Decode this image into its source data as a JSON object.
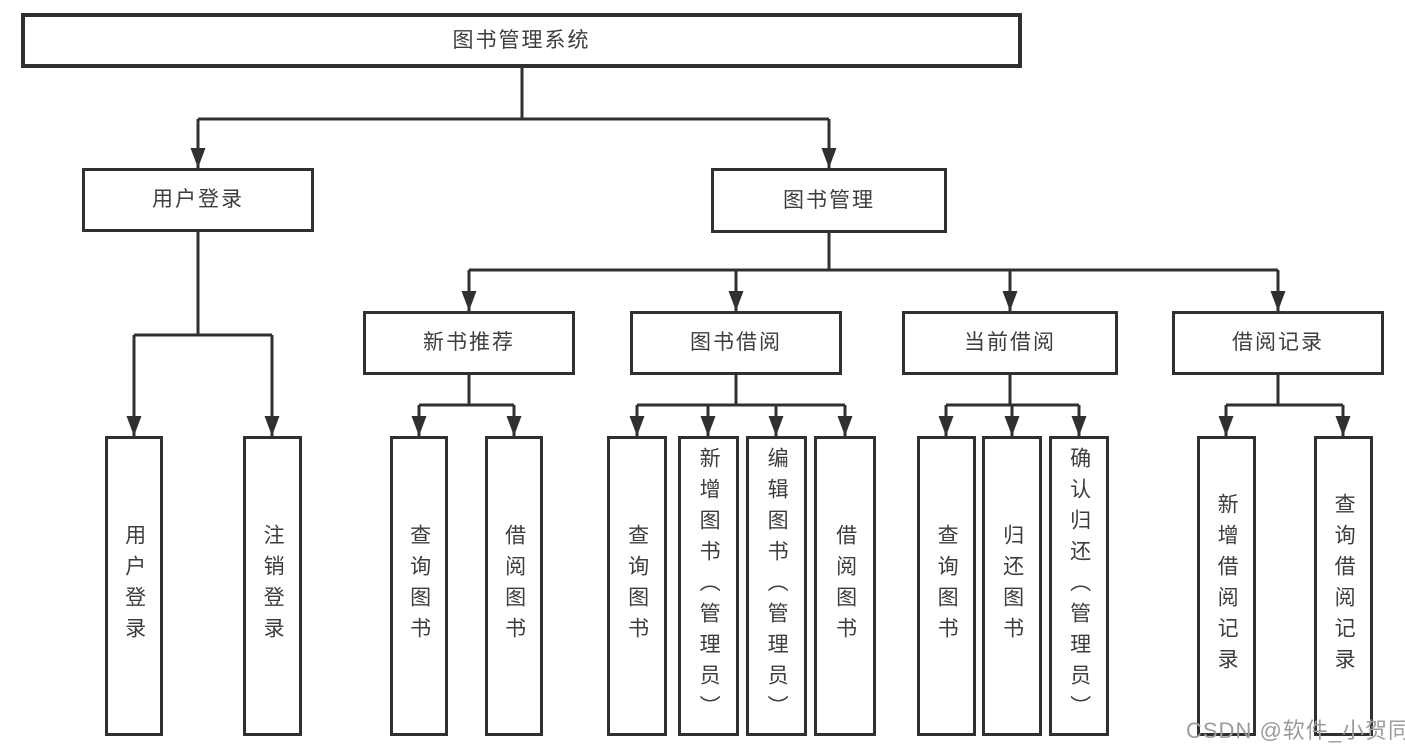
{
  "colors": {
    "line": "#303030",
    "box_border": "#303030",
    "text": "#3d3d3d",
    "background": "#ffffff",
    "watermark": "#9c9c9c"
  },
  "watermark": {
    "text": "CSDN @软件_小贺同学"
  },
  "tree": {
    "root": "图书管理系统",
    "branches": [
      {
        "label": "用户登录",
        "children": [
          {
            "label": "用户登录"
          },
          {
            "label": "注销登录"
          }
        ]
      },
      {
        "label": "图书管理",
        "modules": [
          {
            "label": "新书推荐",
            "children": [
              {
                "label": "查询图书"
              },
              {
                "label": "借阅图书"
              }
            ]
          },
          {
            "label": "图书借阅",
            "children": [
              {
                "label": "查询图书"
              },
              {
                "label": "新增图书（管理员）"
              },
              {
                "label": "编辑图书（管理员）"
              },
              {
                "label": "借阅图书"
              }
            ]
          },
          {
            "label": "当前借阅",
            "children": [
              {
                "label": "查询图书"
              },
              {
                "label": "归还图书"
              },
              {
                "label": "确认归还（管理员）"
              }
            ]
          },
          {
            "label": "借阅记录",
            "children": [
              {
                "label": "新增借阅记录"
              },
              {
                "label": "查询借阅记录"
              }
            ]
          }
        ]
      }
    ]
  }
}
